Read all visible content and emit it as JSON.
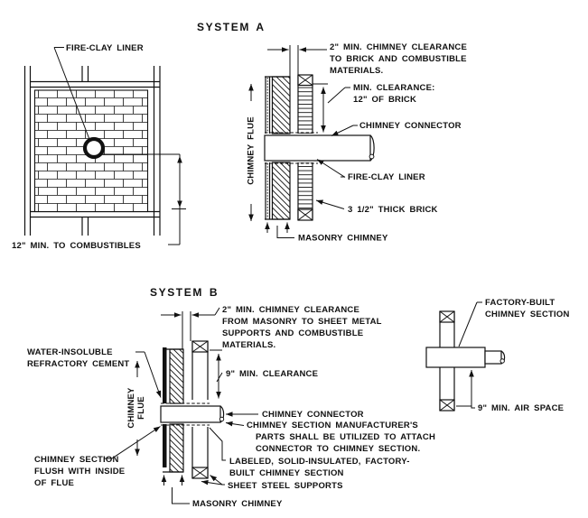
{
  "colors": {
    "ink": "#111111",
    "paper": "#ffffff"
  },
  "system_a": {
    "title": "SYSTEM A",
    "fire_clay_liner_plan": "FIRE-CLAY LINER",
    "combustibles": "12\" MIN. TO COMBUSTIBLES",
    "flue": "CHIMNEY FLUE",
    "clearance": [
      "2\" MIN. CHIMNEY CLEARANCE",
      "TO BRICK AND COMBUSTIBLE",
      "MATERIALS."
    ],
    "brick_clearance": [
      "MIN. CLEARANCE:",
      "12\" OF BRICK"
    ],
    "connector": "CHIMNEY CONNECTOR",
    "liner": "FIRE-CLAY LINER",
    "thick_brick": "3 1/2\" THICK BRICK",
    "masonry": "MASONRY CHIMNEY"
  },
  "system_b": {
    "title": "SYSTEM B",
    "clearance": [
      "2\" MIN. CHIMNEY CLEARANCE",
      "FROM MASONRY TO SHEET METAL",
      "SUPPORTS AND COMBUSTIBLE",
      "MATERIALS."
    ],
    "refractory": [
      "WATER-INSOLUBLE",
      "REFRACTORY CEMENT"
    ],
    "flue": [
      "CHIMNEY",
      "FLUE"
    ],
    "min_clearance": "9\" MIN. CLEARANCE",
    "connector": "CHIMNEY CONNECTOR",
    "manufacturer": [
      "CHIMNEY SECTION MANUFACTURER'S",
      "PARTS SHALL BE UTILIZED TO ATTACH",
      "CONNECTOR TO CHIMNEY SECTION."
    ],
    "labeled": [
      "LABELED, SOLID-INSULATED, FACTORY-",
      "BUILT CHIMNEY SECTION"
    ],
    "sheet_steel": "SHEET STEEL SUPPORTS",
    "flush": [
      "CHIMNEY SECTION",
      "FLUSH WITH INSIDE",
      "OF FLUE"
    ],
    "masonry": "MASONRY CHIMNEY"
  },
  "detail": {
    "factory": [
      "FACTORY-BUILT",
      "CHIMNEY SECTION"
    ],
    "air_space": "9\" MIN. AIR SPACE"
  }
}
